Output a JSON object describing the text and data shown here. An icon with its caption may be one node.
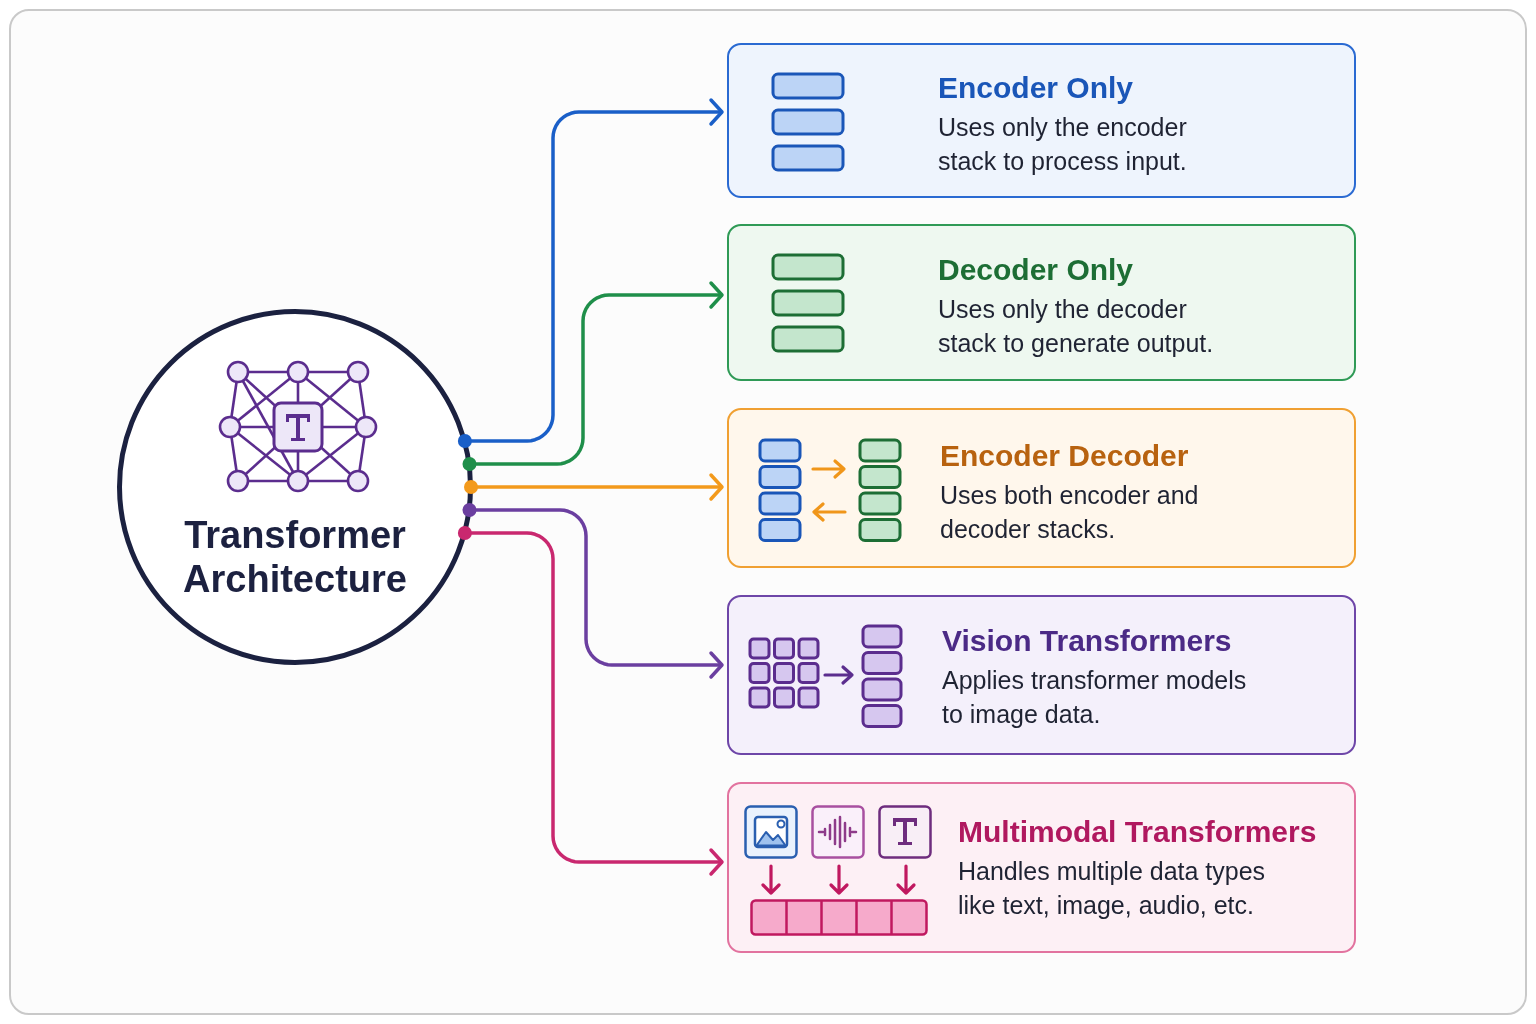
{
  "diagram": {
    "nodes": [
      {
        "text": [
          "Transformer Architecture"
        ]
      },
      {
        "text": [
          "Encoder Only",
          "Uses only the encoder stack to process input."
        ]
      },
      {
        "text": [
          "Decoder Only",
          "Uses only the decoder stack to generate output."
        ]
      },
      {
        "text": [
          "Encoder Decoder",
          "Uses both encoder and decoder stacks."
        ]
      },
      {
        "text": [
          "Vision Transformers",
          "Applies transformer models to image data."
        ]
      },
      {
        "text": [
          "Multimodal Transformers",
          "Handles multiple data types like text, image, audio, etc."
        ]
      }
    ],
    "edges": [
      {
        "from": 0,
        "to": 1,
        "arrow": "to",
        "color": "#1a5fc8"
      },
      {
        "from": 0,
        "to": 2,
        "arrow": "to",
        "color": "#1f8f4a"
      },
      {
        "from": 0,
        "to": 3,
        "arrow": "to",
        "color": "#f39a1c"
      },
      {
        "from": 0,
        "to": 4,
        "arrow": "to",
        "color": "#6b3fa0"
      },
      {
        "from": 0,
        "to": 5,
        "arrow": "to",
        "color": "#c9286f"
      }
    ]
  }
}
